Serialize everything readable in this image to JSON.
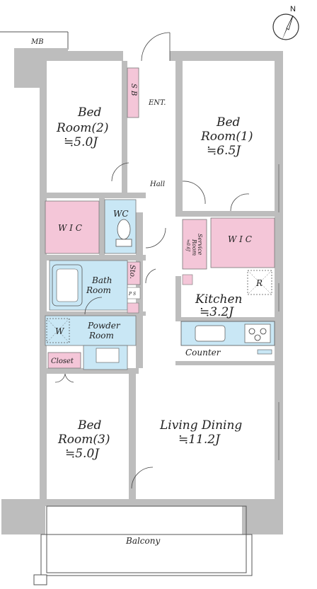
{
  "compass": {
    "north": "N"
  },
  "meter_box": "MB",
  "entrance": {
    "shoe_box": "S B",
    "label": "ENT."
  },
  "hall": "Hall",
  "rooms": {
    "bed2": {
      "line1": "Bed",
      "line2": "Room(2)",
      "size": "≒5.0J"
    },
    "bed1": {
      "line1": "Bed",
      "line2": "Room(1)",
      "size": "≒6.5J"
    },
    "bed3": {
      "line1": "Bed",
      "line2": "Room(3)",
      "size": "≒5.0J"
    },
    "wic_left": "W I C",
    "wic_right": "W I C",
    "wc": "WC",
    "service_room": {
      "line1": "Service",
      "line2": "Room",
      "size": "≒0.6J"
    },
    "storage": "Sto.",
    "bath": {
      "line1": "Bath",
      "line2": "Room"
    },
    "ps": "P S",
    "powder": {
      "line1": "Powder",
      "line2": "Room"
    },
    "washer": "W",
    "closet": "Closet",
    "kitchen": {
      "name": "Kitchen",
      "size": "≒3.2J"
    },
    "fridge": "R",
    "counter": "Counter",
    "living": {
      "name": "Living Dining",
      "size": "≒11.2J"
    },
    "balcony": "Balcony"
  },
  "colors": {
    "wall": "#bdbdbd",
    "storage_pink": "#f4c6d8",
    "wet_blue": "#c9e7f5",
    "floor": "#ffffff"
  }
}
